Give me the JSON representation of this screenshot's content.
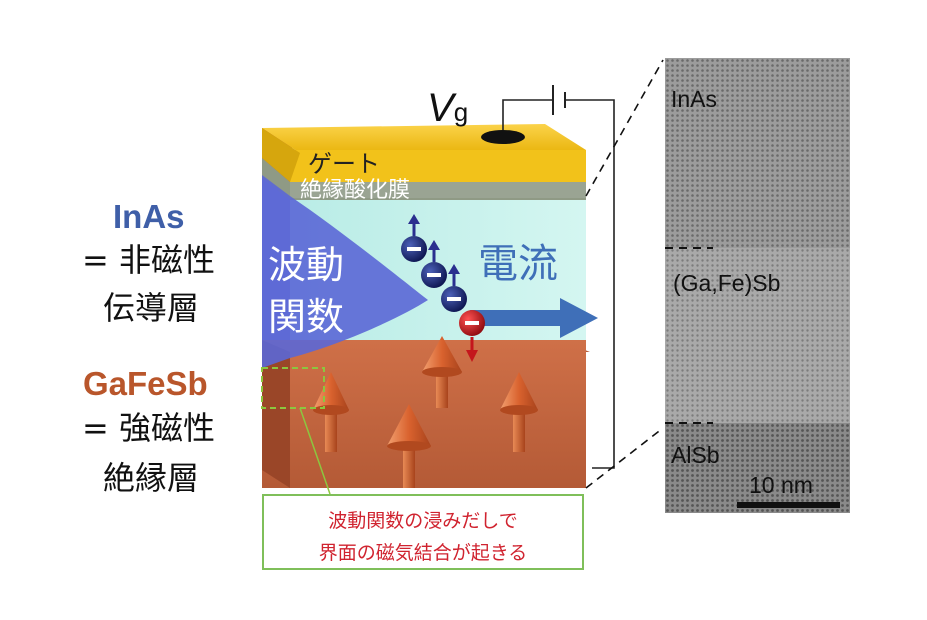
{
  "left_labels": {
    "inas_title": "InAs",
    "inas_line1": "= 非磁性",
    "inas_line2": "伝導層",
    "gafesb_title": "GaFeSb",
    "gafesb_line1": "= 強磁性",
    "gafesb_line2": "絶縁層"
  },
  "device": {
    "gate_voltage_symbol": "V",
    "gate_voltage_subscript": "g",
    "gate_label": "ゲート",
    "oxide_label": "絶縁酸化膜",
    "wavefunction_line1": "波動",
    "wavefunction_line2": "関数",
    "current_label": "電流",
    "electron_charge_sign": "−"
  },
  "note": {
    "line1": "波動関数の浸みだしで",
    "line2": "界面の磁気結合が起きる"
  },
  "tem": {
    "layer_top": "InAs",
    "layer_middle": "(Ga,Fe)Sb",
    "layer_bottom": "AlSb",
    "scale_bar": "10 nm"
  },
  "colors": {
    "gate": "#f2c21a",
    "oxide": "#9aa493",
    "inas_layer": "#c8f1ec",
    "gafesb_layer": "#c76843",
    "wavefunction": "#5b67d6",
    "current_arrow": "#3f6fb8",
    "spin_electron": "#1c2a6e",
    "spin_minority": "#c4161c",
    "magnetization_arrow": "#d9703c",
    "note_border": "#7fbf5a",
    "note_text": "#d0232f"
  }
}
